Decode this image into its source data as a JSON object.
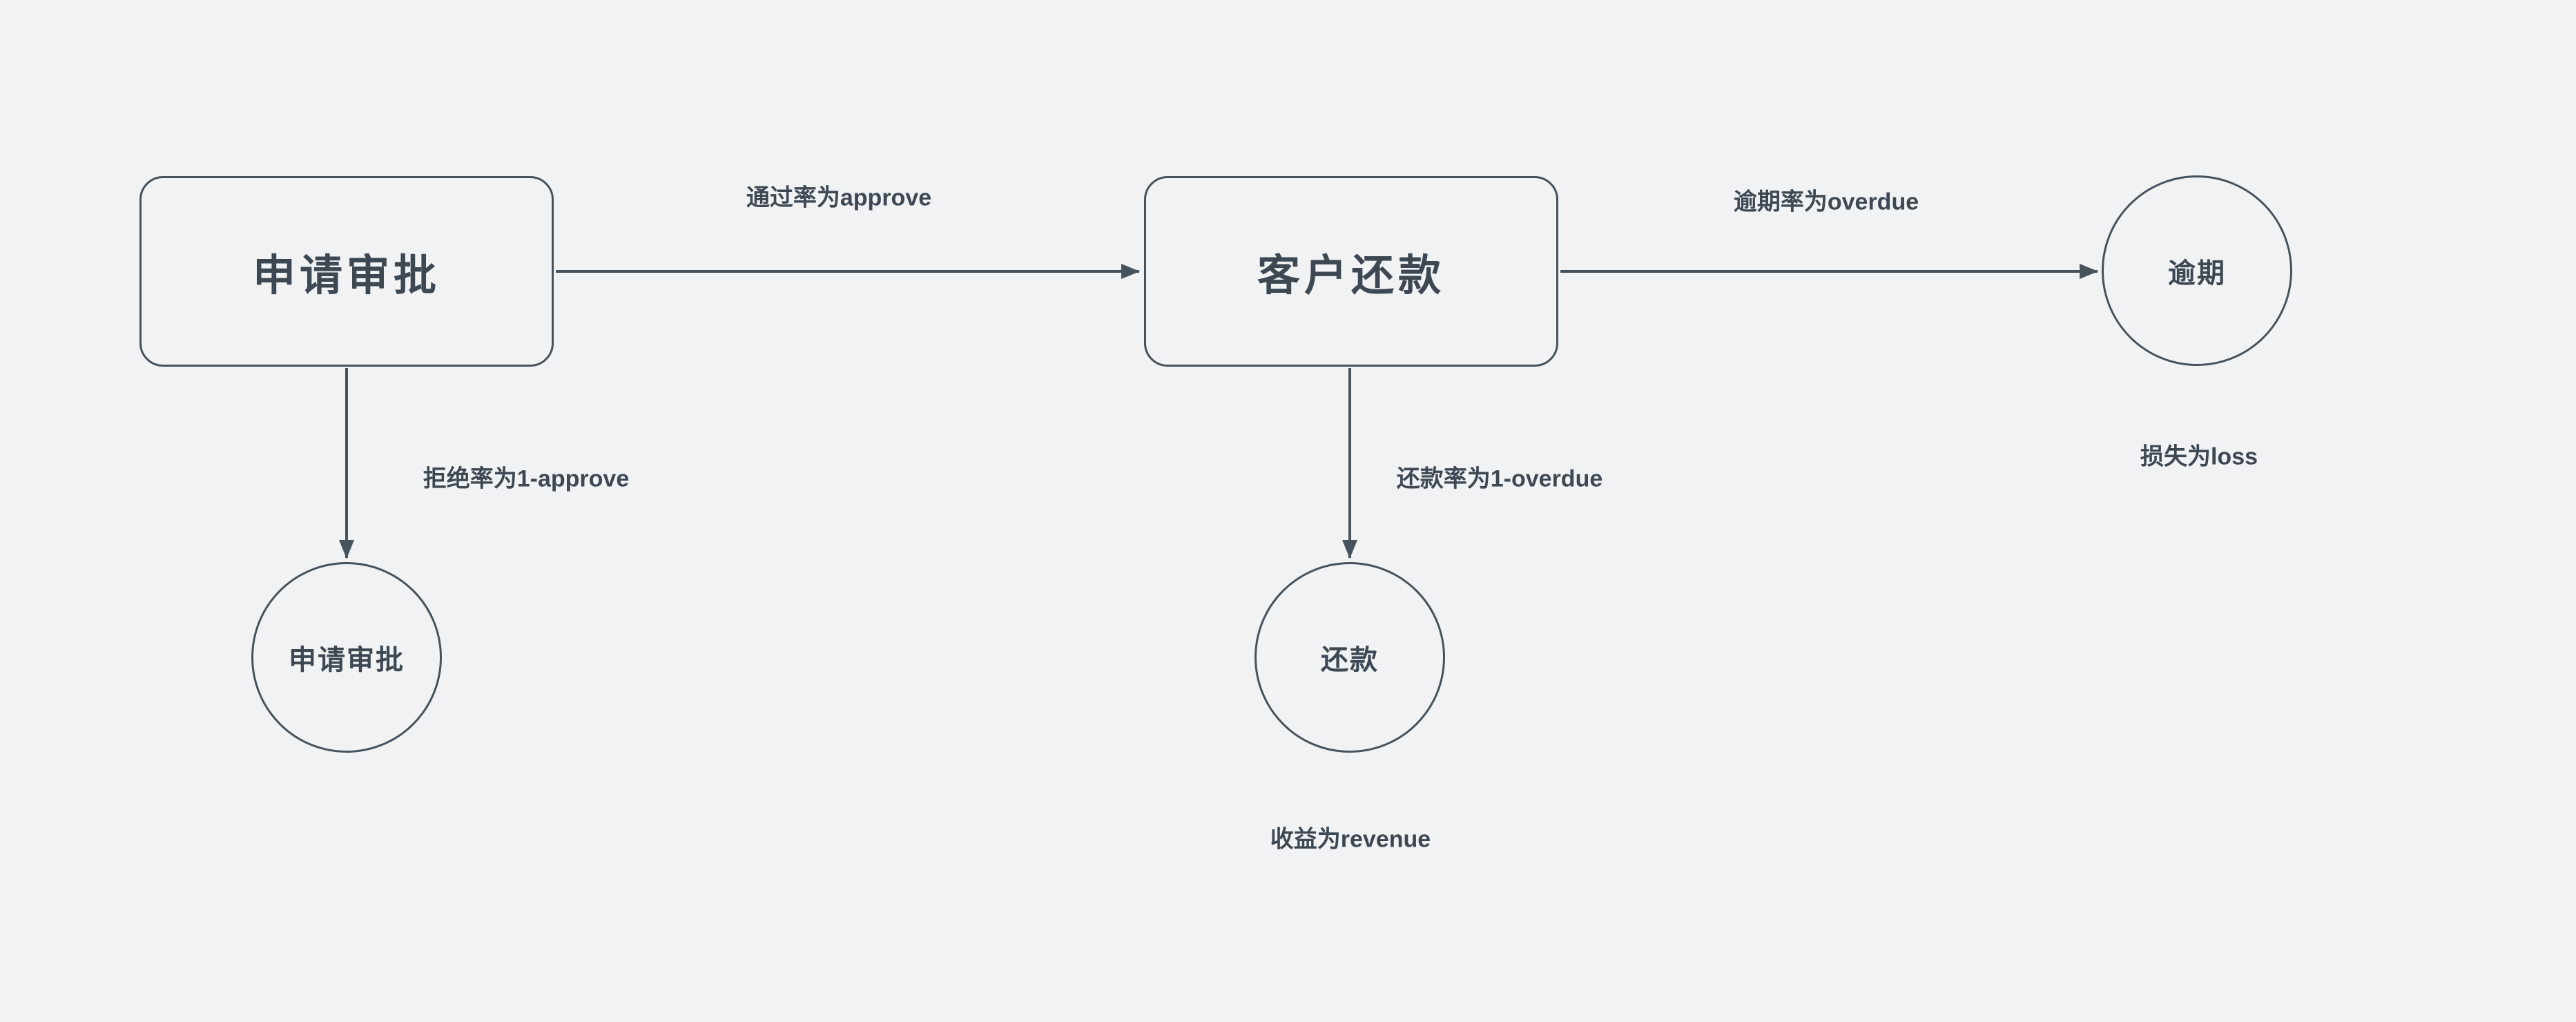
{
  "diagram": {
    "background": "#f1f2f4",
    "stroke_color": "#46525c",
    "text_color": "#3d4852",
    "nodes": {
      "approval_box": "申请审批",
      "repayment_box": "客户还款",
      "overdue_circle": "逾期",
      "approval_circle": "申请审批",
      "repayment_circle": "还款"
    },
    "edge_labels": {
      "approve": "通过率为approve",
      "overdue": "逾期率为overdue",
      "reject": "拒绝率为1-approve",
      "repay": "还款率为1-overdue"
    },
    "annotations": {
      "loss": "损失为loss",
      "revenue": "收益为revenue"
    }
  }
}
